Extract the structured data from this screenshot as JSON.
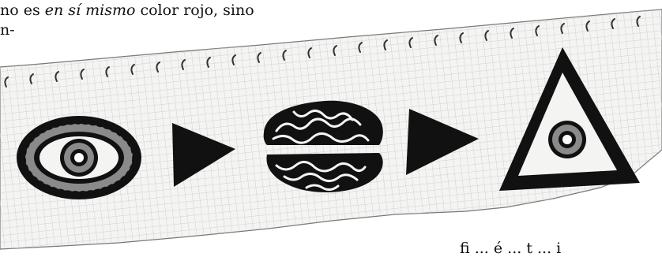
{
  "text": {
    "line1_part1": "no es ",
    "line1_italic": "en sí mismo",
    "line1_part2": " color rojo, sino",
    "line2": "n-",
    "bottom_fragment": "fi    ... é     ... t    ... i"
  },
  "illustration": {
    "sequence": [
      "eye-icon",
      "arrow-right-icon",
      "brain-icon",
      "arrow-right-icon",
      "eye-in-triangle-icon"
    ],
    "colors": {
      "ink": "#111111",
      "iris_gray": "#8a8a8a",
      "paper": "#f4f4f2",
      "grid": "#c8c8c8"
    }
  }
}
